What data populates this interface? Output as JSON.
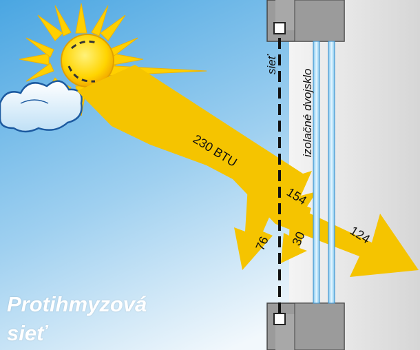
{
  "title": {
    "line1": "Protihmyzová",
    "line2": "sieť"
  },
  "labels": {
    "screen": "sieť",
    "glass": "izolačné dvojsklo"
  },
  "energy": {
    "incoming": "230 BTU",
    "after_screen": "154",
    "reflected_by_screen": "76",
    "reflected_by_glass": "30",
    "transmitted": "124"
  },
  "colors": {
    "sky_top": "#5aaee6",
    "sky_bottom": "#ffffff",
    "arrow": "#f5c400",
    "frame": "#9b9b9b",
    "glass": "#9fd8f5"
  },
  "icons": {
    "sun": "sun-icon",
    "cloud": "cloud-icon"
  }
}
